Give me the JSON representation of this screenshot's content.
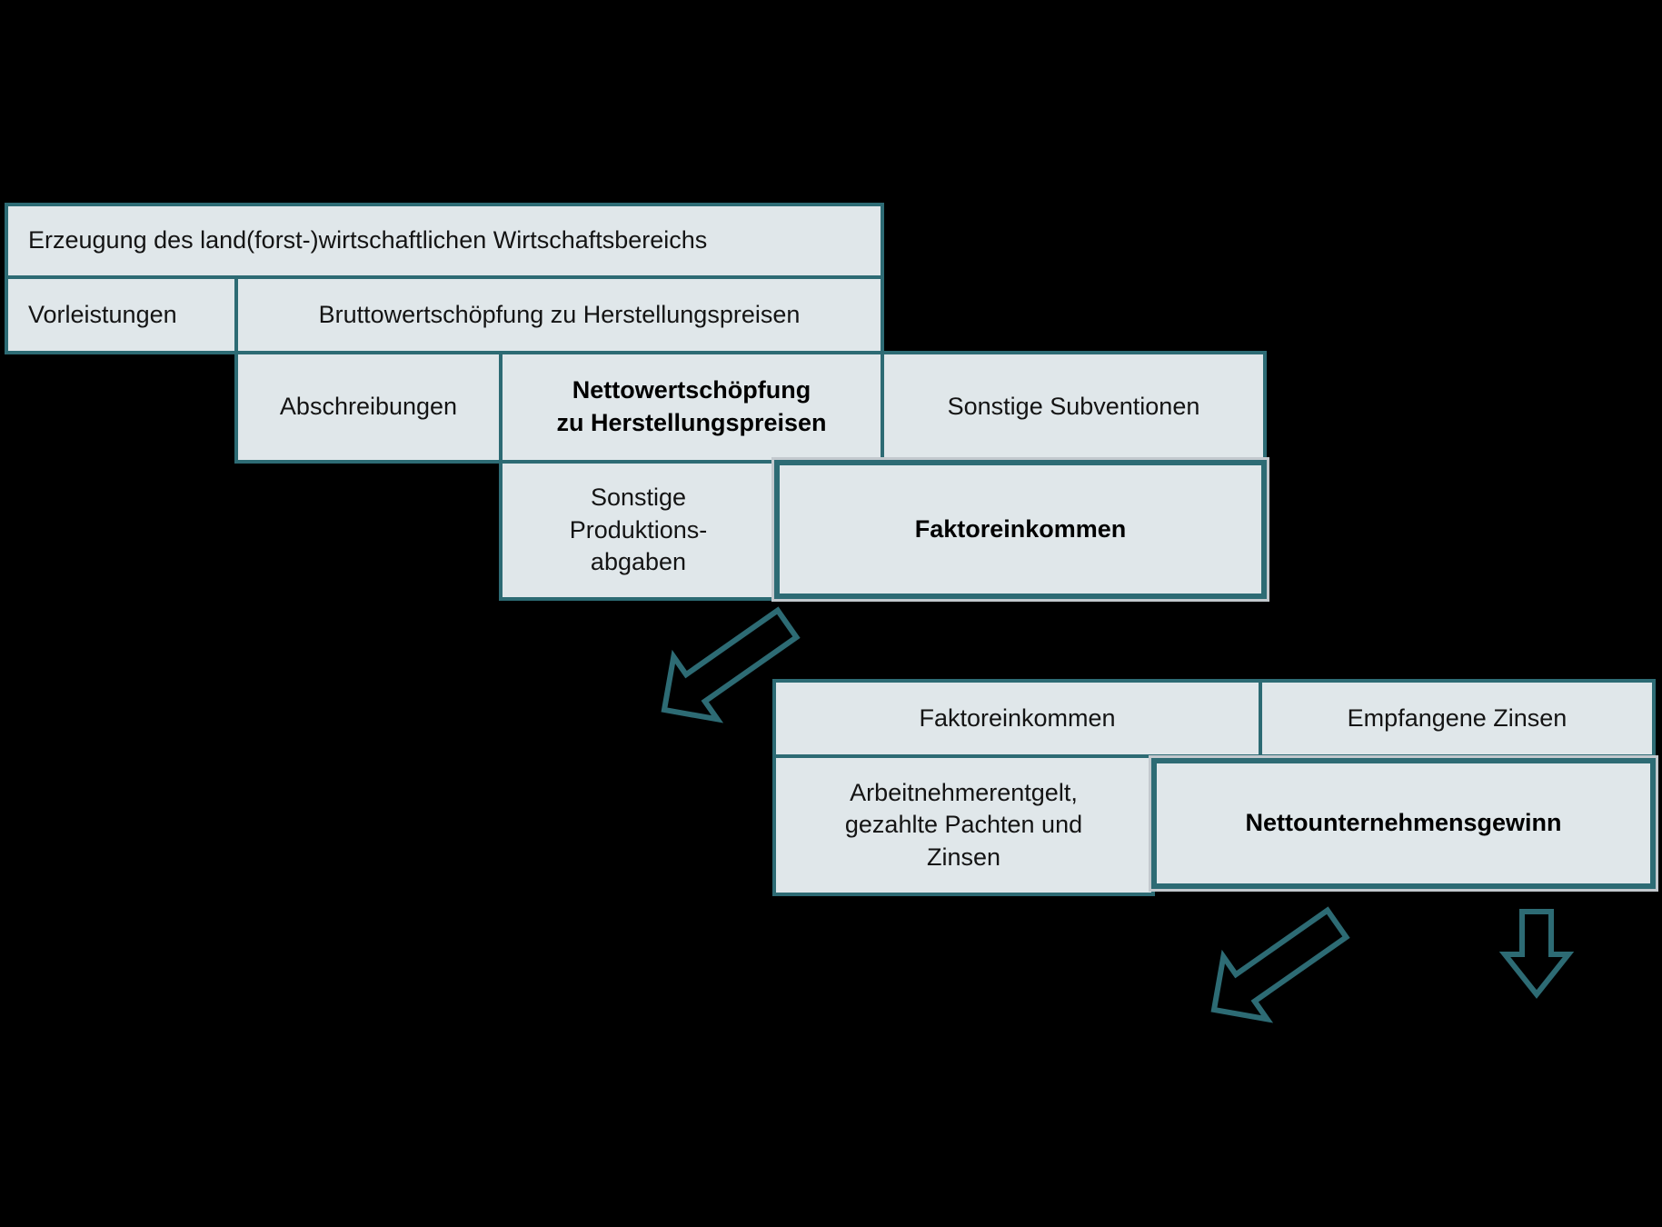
{
  "background_color": "#000000",
  "palette": {
    "box_fill": "#e0e7ea",
    "border_teal": "#2d6b74",
    "thick_box_outline_gray": "#c3c9ce",
    "text_color": "#141414"
  },
  "diagram": {
    "block1": {
      "erzeugung": "Erzeugung des land(forst-)wirtschaftlichen Wirtschaftsbereichs",
      "vorleistungen": "Vorleistungen",
      "bruttowertschoepfung": "Bruttowertschöpfung zu Herstellungspreisen",
      "abschreibungen": "Abschreibungen",
      "nettowertschoepfung": "Nettowertschöpfung\nzu Herstellungspreisen",
      "sonstige_subventionen": "Sonstige Subventionen",
      "sonstige_produktionsabgaben": "Sonstige\nProduktions-\nabgaben",
      "faktoreinkommen": "Faktoreinkommen"
    },
    "block2": {
      "faktoreinkommen": "Faktoreinkommen",
      "empfangene_zinsen": "Empfangene Zinsen",
      "arbeitnehmerentgelt": "Arbeitnehmerentgelt,\ngezahlte Pachten und\nZinsen",
      "nettounternehmensgewinn": "Nettounternehmensgewinn"
    },
    "arrows": [
      {
        "name": "arrow-down-left-icon"
      },
      {
        "name": "arrow-down-left-icon"
      },
      {
        "name": "arrow-down-icon"
      }
    ]
  }
}
